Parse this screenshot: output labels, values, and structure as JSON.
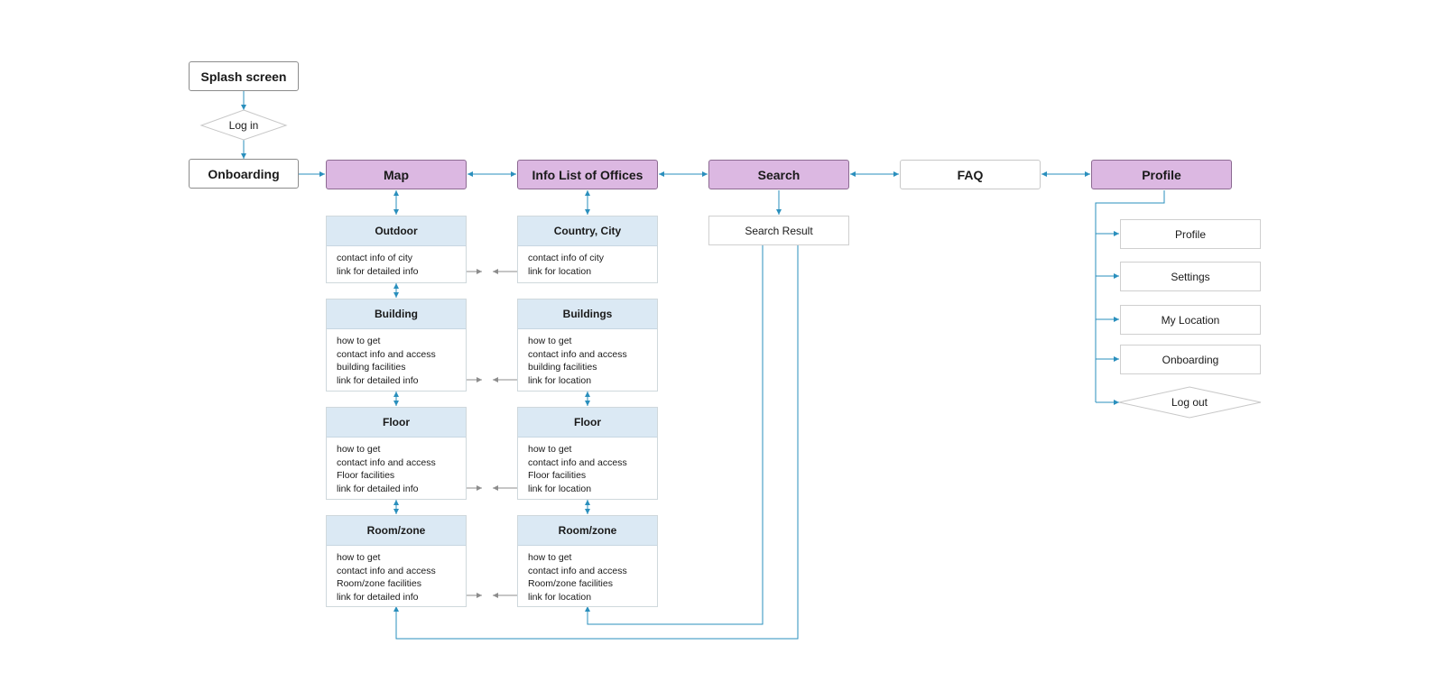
{
  "nodes": {
    "splash": "Splash screen",
    "login": "Log in",
    "onboarding": "Onboarding",
    "map": "Map",
    "info_list": "Info List of Offices",
    "search": "Search",
    "faq": "FAQ",
    "profile": "Profile",
    "search_result": "Search Result"
  },
  "map_cards": [
    {
      "title": "Outdoor",
      "lines": [
        "contact info of city",
        "link for detailed info"
      ]
    },
    {
      "title": "Building",
      "lines": [
        "how to get",
        "contact info and access",
        "building facilities",
        "link for detailed info"
      ]
    },
    {
      "title": "Floor",
      "lines": [
        "how to get",
        "contact info and access",
        "Floor facilities",
        "link for detailed info"
      ]
    },
    {
      "title": "Room/zone",
      "lines": [
        "how to get",
        "contact info and access",
        "Room/zone facilities",
        "link for detailed info"
      ]
    }
  ],
  "info_cards": [
    {
      "title": "Country, City",
      "lines": [
        "contact info of city",
        "link for location"
      ]
    },
    {
      "title": "Buildings",
      "lines": [
        "how to get",
        "contact info and access",
        "building facilities",
        "link for location"
      ]
    },
    {
      "title": "Floor",
      "lines": [
        "how to get",
        "contact info and access",
        "Floor facilities",
        "link for location"
      ]
    },
    {
      "title": "Room/zone",
      "lines": [
        "how to get",
        "contact info and access",
        "Room/zone facilities",
        "link for location"
      ]
    }
  ],
  "profile_menu": [
    "Profile",
    "Settings",
    "My Location",
    "Onboarding",
    "Log out"
  ],
  "colors": {
    "primary_fill": "#dcb8e2",
    "card_header": "#dbe9f4",
    "connector": "#2a8fbd",
    "link_arrow": "#8c8c8c"
  }
}
